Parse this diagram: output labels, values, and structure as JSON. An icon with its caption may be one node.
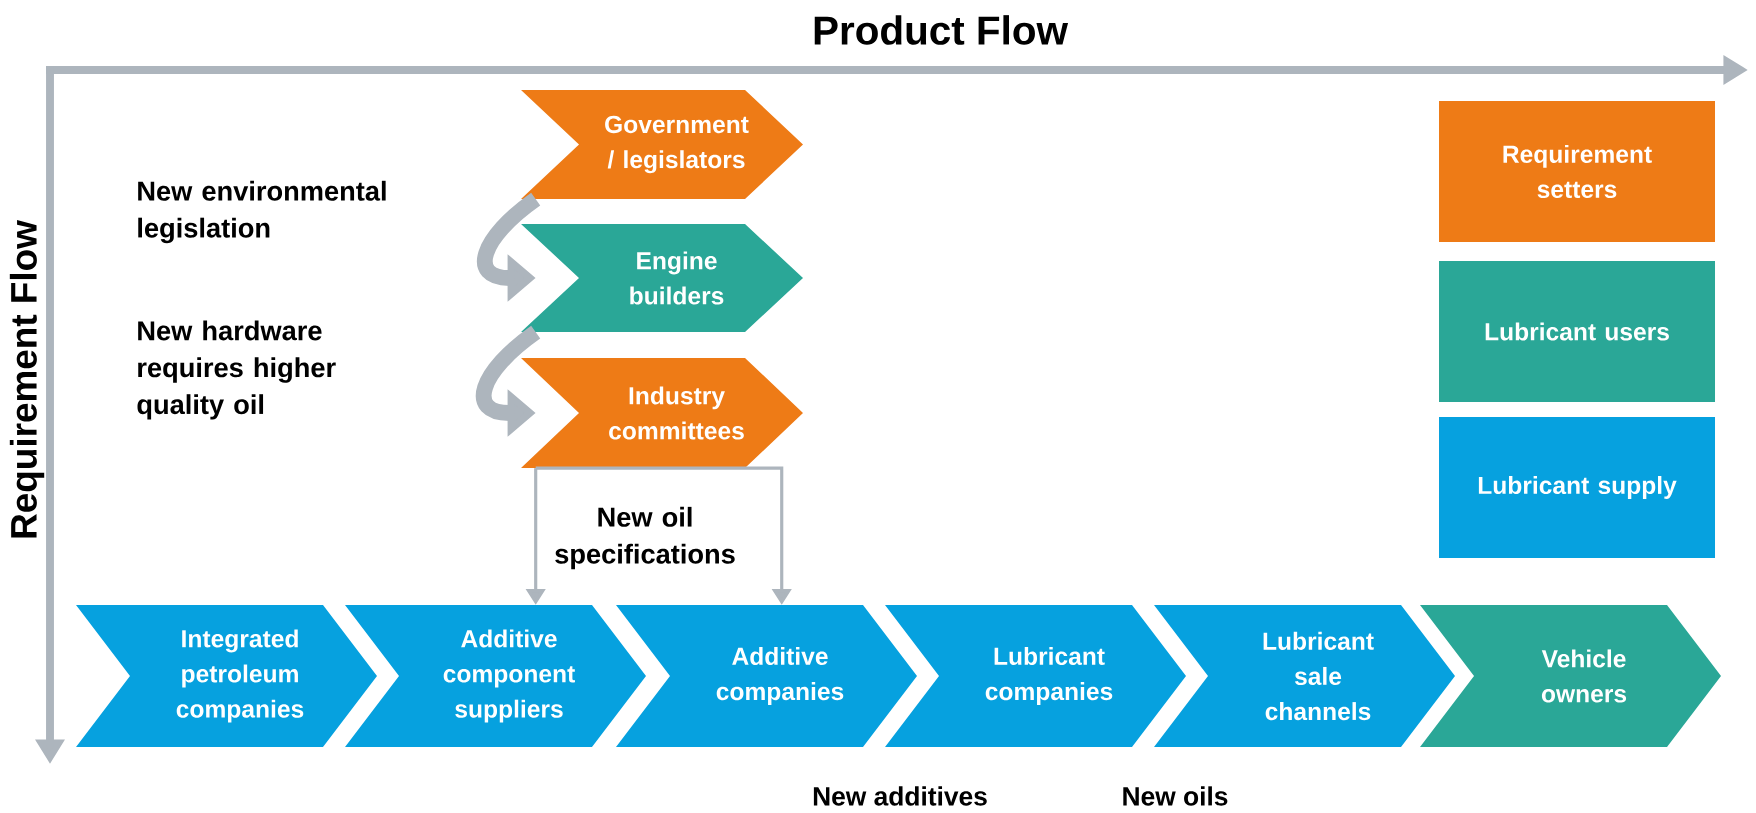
{
  "diagram": {
    "nodes": [
      {
        "text": [
          "Government / legislators"
        ]
      },
      {
        "text": [
          "Engine builders"
        ]
      },
      {
        "text": [
          "Industry committees"
        ]
      },
      {
        "text": [
          "Integrated petroleum companies"
        ]
      },
      {
        "text": [
          "Additive component suppliers"
        ]
      },
      {
        "text": [
          "Additive companies"
        ]
      },
      {
        "text": [
          "Lubricant companies"
        ]
      },
      {
        "text": [
          "Lubricant sale channels"
        ]
      },
      {
        "text": [
          "Vehicle owners"
        ]
      }
    ],
    "edges": [
      {
        "from": 0,
        "to": 1,
        "arrow": "to",
        "style": "thick"
      },
      {
        "from": 1,
        "to": 2,
        "arrow": "to",
        "style": "thick"
      },
      {
        "from": 2,
        "to": 4,
        "arrow": "to"
      },
      {
        "from": 2,
        "to": 5,
        "arrow": "to",
        "label": "New oil specifications"
      }
    ],
    "labels": [
      "Product Flow",
      "Requirement Flow",
      "New environmental legislation",
      "New hardware requires higher quality oil",
      "New additives",
      "New oils"
    ],
    "legend": [
      {
        "text": "Requirement setters",
        "color": "#ee7b16"
      },
      {
        "text": "Lubricant users",
        "color": "#2aa797"
      },
      {
        "text": "Lubricant supply",
        "color": "#06a1df"
      }
    ]
  }
}
